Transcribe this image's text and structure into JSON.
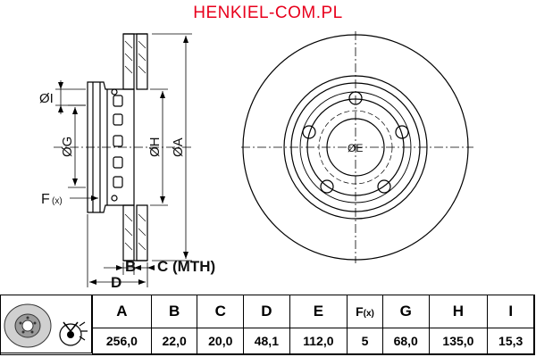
{
  "brand": "HENKIEL-COM.PL",
  "labels": {
    "phi_i": "ØI",
    "phi_g": "ØG",
    "phi_h": "ØH",
    "phi_a": "ØA",
    "phi_e": "ØE",
    "f_label": "F",
    "f_sub": "(x)",
    "b": "B",
    "c_mth": "C (MTH)",
    "d": "D"
  },
  "table": {
    "headers": [
      "A",
      "B",
      "C",
      "D",
      "E",
      "F",
      "G",
      "H",
      "I"
    ],
    "fx_sub": "(x)",
    "values": [
      "256,0",
      "22,0",
      "20,0",
      "48,1",
      "112,0",
      "5",
      "68,0",
      "135,0",
      "15,3"
    ]
  },
  "colors": {
    "brand": "#e8001c",
    "line": "#000000"
  }
}
